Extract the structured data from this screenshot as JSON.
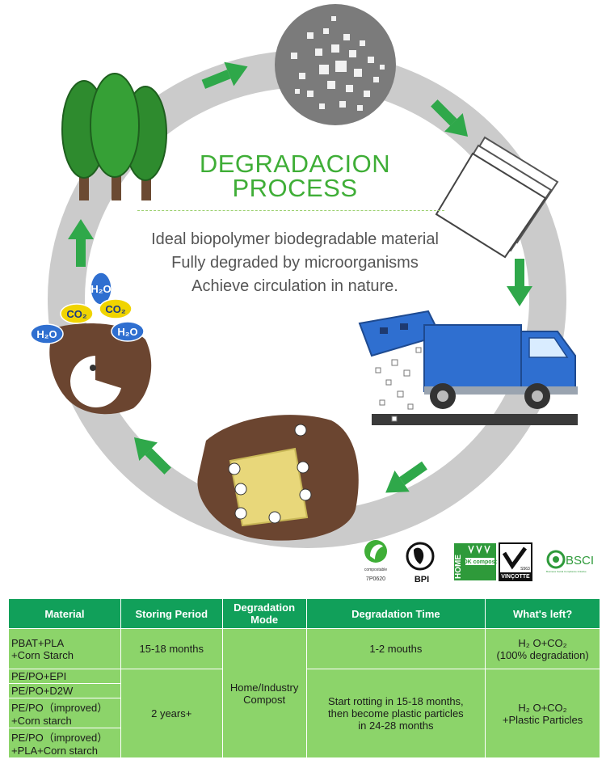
{
  "diagram": {
    "title_line1": "DEGRADACION",
    "title_line2": "PROCESS",
    "description": [
      "Ideal biopolymer biodegradable material",
      "Fully degraded by microorganisms",
      "Achieve circulation in nature."
    ],
    "molecules": [
      "H₂O",
      "CO₂",
      "CO₂",
      "H₂O",
      "H₂O"
    ],
    "colors": {
      "ring": "#cbcbcb",
      "arrow": "#2fa84a",
      "title": "#3fae37",
      "soil": "#6b4530",
      "truck": "#2f6fd0"
    }
  },
  "certifications": {
    "compostable_text": "compostable",
    "compostable_code": "7P0620",
    "bpi": "BPI",
    "ok_home": "HOME",
    "ok_compost": "OK compost",
    "vincotte": "VINÇOTTE",
    "vincotte_code": "S563",
    "bsci": "BSCI",
    "bsci_sub": "Business Social Compliance Initiative"
  },
  "table": {
    "headers": [
      "Material",
      "Storing Period",
      "Degradation Mode",
      "Degradation Time",
      "What's left?"
    ],
    "row1": {
      "material": [
        "PBAT+PLA",
        "+Corn Starch"
      ],
      "period": "15-18 months",
      "time": "1-2 mouths",
      "left": [
        "H₂  O+CO₂",
        "(100% degradation)"
      ]
    },
    "mode": [
      "Home/Industry",
      "Compost"
    ],
    "row2": {
      "materials": [
        [
          "PE/PO+EPI"
        ],
        [
          "PE/PO+D2W"
        ],
        [
          "PE/PO（improved）",
          "+Corn starch"
        ],
        [
          "PE/PO（improved）",
          "+PLA+Corn starch"
        ]
      ],
      "period": "2 years+",
      "time": [
        "Start rotting in 15-18 months,",
        "then become plastic particles",
        "in 24-28 months"
      ],
      "left": [
        "H₂  O+CO₂",
        "+Plastic Particles"
      ]
    }
  }
}
